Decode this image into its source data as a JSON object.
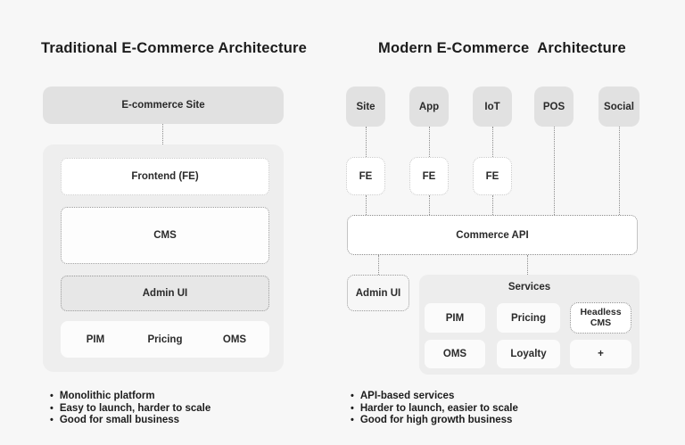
{
  "colors": {
    "page_bg": "#f7f7f7",
    "channel_box_bg": "#e1e1e1",
    "container_bg": "#eeeeee",
    "white_box_bg": "#ffffff",
    "admin_box_bg": "#e7e7e7",
    "text": "#1f1f1f",
    "connector": "#8c8c8c"
  },
  "left": {
    "title": "Traditional E-Commerce Architecture",
    "site_box": "E-commerce Site",
    "frontend_box": "Frontend (FE)",
    "cms_box": "CMS",
    "admin_box": "Admin UI",
    "modules": [
      "PIM",
      "Pricing",
      "OMS"
    ],
    "bullets": [
      "Monolithic platform",
      "Easy to launch, harder to scale",
      "Good for small business"
    ]
  },
  "right": {
    "title": "Modern E-Commerce  Architecture",
    "channels": [
      "Site",
      "App",
      "IoT",
      "POS",
      "Social"
    ],
    "fe_label": "FE",
    "api_box": "Commerce API",
    "admin_box": "Admin UI",
    "services_label": "Services",
    "services": [
      "PIM",
      "Pricing",
      "Headless CMS",
      "OMS",
      "Loyalty",
      "+"
    ],
    "bullets": [
      "API-based services",
      "Harder to launch, easier to scale",
      "Good for high growth business"
    ]
  }
}
